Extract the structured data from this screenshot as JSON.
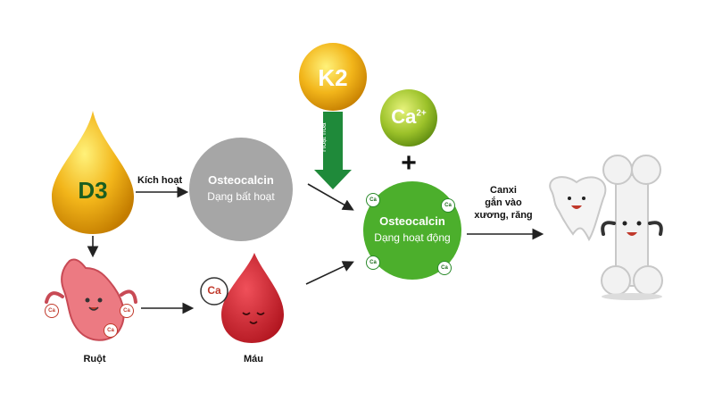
{
  "nodes": {
    "d3": "D3",
    "k2": "K2",
    "ca_ion": "Ca",
    "ca_ion_charge": "2+",
    "plus": "+",
    "osteo_inactive_line1": "Osteocalcin",
    "osteo_inactive_line2": "Dạng bất hoạt",
    "osteo_active_line1": "Osteocalcin",
    "osteo_active_line2": "Dạng hoạt động",
    "blood_ca": "Ca",
    "chip_ca": "Ca"
  },
  "labels": {
    "activate": "Kích hoạt",
    "k2_activate": "Hoạt hóa",
    "bone_line1": "Canxi",
    "bone_line2": "gắn vào",
    "bone_line3": "xương, răng",
    "intestine": "Ruột",
    "blood": "Máu"
  },
  "colors": {
    "gold": "#e8a20c",
    "grey": "#a6a6a6",
    "green": "#4caf2c",
    "red": "#d4202a",
    "pink": "#e9727a",
    "arrow_green": "#1f8a3a"
  }
}
